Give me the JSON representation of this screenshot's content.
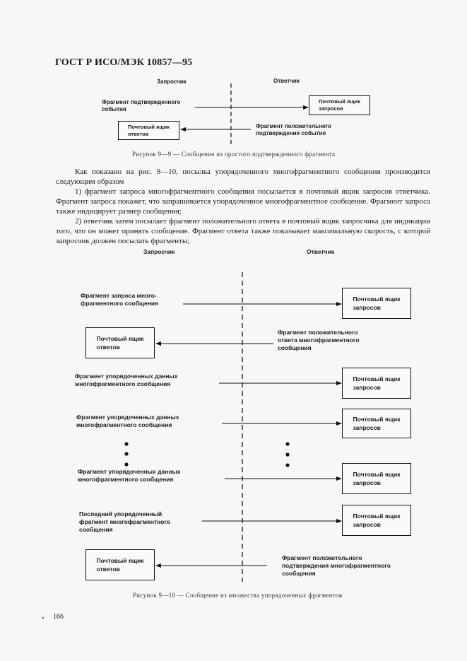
{
  "header": {
    "standard_title": "ГОСТ Р ИСО/МЭК 10857—95"
  },
  "figure_9_9": {
    "col_left": "Запросчик",
    "col_right": "Ответчик",
    "msg1": "Фрагмент подтвержденного\nсобытия",
    "box_right": "Почтовый ящик\nзапросов",
    "box_left": "Почтовый ящик\nответов",
    "msg2": "Фрагмент положительного\nподтверждения события",
    "caption": "Рисунок 9—9 — Сообщение из простого подтвержденного фрагмента"
  },
  "body_text": {
    "p1": "Как показано на рис. 9—10, посылка упорядоченного многофрагментного сообщения производится следующим образом",
    "p2": "1) фрагмент запроса многофрагментного сообщения посылается в почтовый ящик запросов ответчика. Фрагмент запроса покажет, что запрашивается упорядоченное многофрагментное сообщение. Фрагмент запроса также индицирует размер сообщения;",
    "p3": "2) ответчик затем посылает фрагмент положительного ответа в почтовый ящик запросчика для индикации того, что он может принять сообщение. Фрагмент ответа также показывает максимальную скорость, с которой запросчик должен посылать фрагменты;"
  },
  "figure_9_10": {
    "col_left": "Запросчик",
    "col_right": "Ответчик",
    "m1": "Фрагмент запроса много-\nфрагментного сообщения",
    "b1": "Почтовый ящик\nзапросов",
    "b2": "Почтовый ящик\nответов",
    "m2": "Фрагмент положительного\nответа многофрагментного\nсообщения",
    "m3": "Фрагмент упорядоченных данных\nмногофрагментного сообщения",
    "b3": "Почтовый ящик\nзапросов",
    "m4": "Фрагмент упорядоченных данных\nмногофрагментного сообщения",
    "b4": "Почтовый ящик\nзапросов",
    "m5": "Фрагмент упорядоченных данных\nмногофрагментного сообщения",
    "b5": "Почтовый ящик\nзапросов",
    "m6": "Последний упорядоченный\nфрагмент многофрагментного\nсообщения",
    "b6": "Почтовый ящик\nзапросов",
    "b7": "Почтовый ящик\nответов",
    "m7": "Фрагмент положительного\nподтверждения многофрагментного\nсообщения",
    "caption": "Рисунок 9—10 — Сообщение из множества упорядоченных фрагментов"
  },
  "footer": {
    "page_number": "166"
  }
}
